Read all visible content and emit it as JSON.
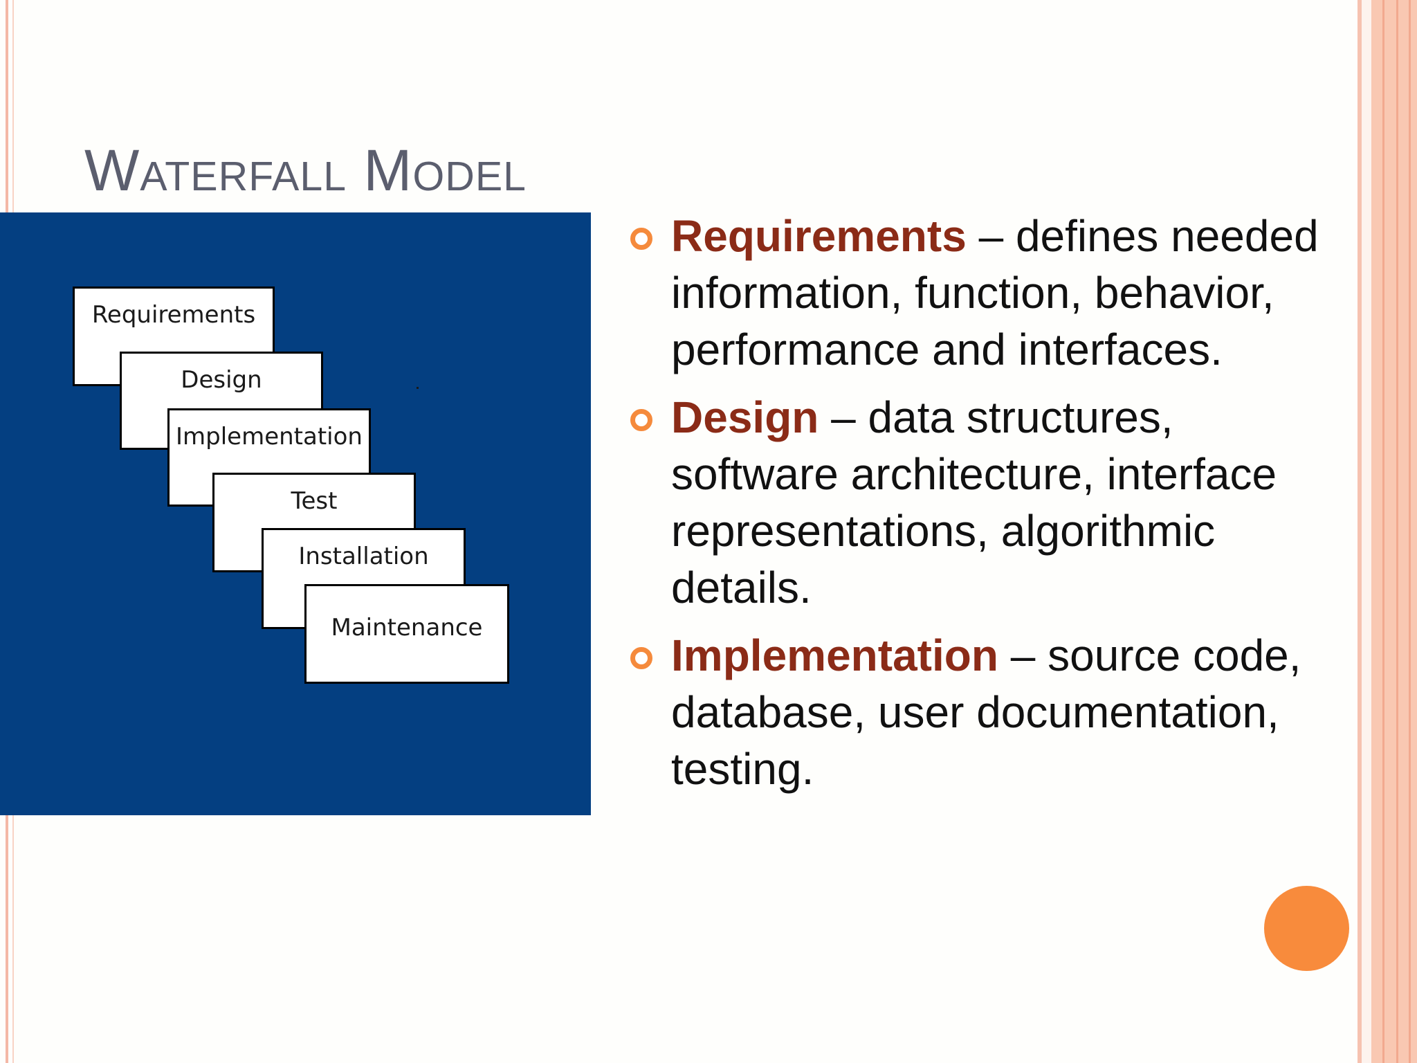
{
  "slide": {
    "title": "Waterfall Model",
    "colors": {
      "title": "#5b5e6e",
      "panel": "#043f81",
      "term": "#8b2b17",
      "accent": "#f88b3c",
      "stripes": "#f4b8a6"
    }
  },
  "diagram": {
    "stages": [
      "Requirements",
      "Design",
      "Implementation",
      "Test",
      "Installation",
      "Maintenance"
    ]
  },
  "bullets": [
    {
      "term": "Requirements",
      "separator": " – ",
      "text": "defines needed information, function, behavior, performance and interfaces."
    },
    {
      "term": "Design",
      "separator": " – ",
      "text": "data structures, software architecture, interface representations, algorithmic details."
    },
    {
      "term": "Implementation",
      "separator": " – ",
      "text": "source code, database, user documentation, testing."
    }
  ],
  "icons": {
    "bullet": "hollow-circle-icon",
    "decoration": "orange-circle-icon"
  }
}
